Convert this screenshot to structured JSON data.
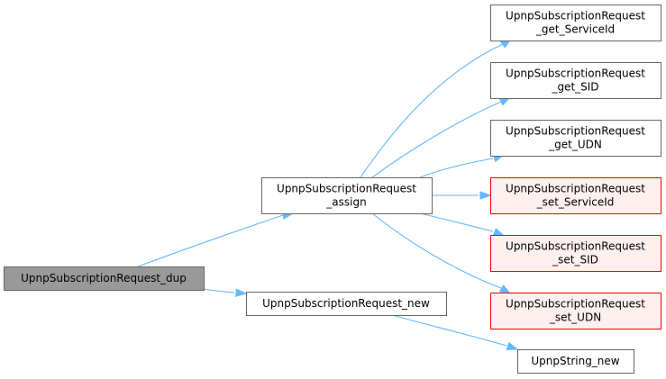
{
  "colors": {
    "edge": "#63b8ff",
    "root_fill": "#999999",
    "root_stroke": "#666666",
    "normal_fill": "#ffffff",
    "normal_stroke": "#666666",
    "highlight_fill": "#fff0f0",
    "highlight_stroke": "#ff0000"
  },
  "nodes": {
    "dup": {
      "lines": [
        "UpnpSubscriptionRequest_dup"
      ],
      "style": "root"
    },
    "assign": {
      "lines": [
        "UpnpSubscriptionRequest",
        "_assign"
      ],
      "style": "normal"
    },
    "new": {
      "lines": [
        "UpnpSubscriptionRequest_new"
      ],
      "style": "normal"
    },
    "get_serviceid": {
      "lines": [
        "UpnpSubscriptionRequest",
        "_get_ServiceId"
      ],
      "style": "normal"
    },
    "get_sid": {
      "lines": [
        "UpnpSubscriptionRequest",
        "_get_SID"
      ],
      "style": "normal"
    },
    "get_udn": {
      "lines": [
        "UpnpSubscriptionRequest",
        "_get_UDN"
      ],
      "style": "normal"
    },
    "set_serviceid": {
      "lines": [
        "UpnpSubscriptionRequest",
        "_set_ServiceId"
      ],
      "style": "highlight"
    },
    "set_sid": {
      "lines": [
        "UpnpSubscriptionRequest",
        "_set_SID"
      ],
      "style": "highlight"
    },
    "set_udn": {
      "lines": [
        "UpnpSubscriptionRequest",
        "_set_UDN"
      ],
      "style": "highlight"
    },
    "string_new": {
      "lines": [
        "UpnpString_new"
      ],
      "style": "normal"
    }
  },
  "edges": [
    {
      "from": "dup",
      "to": "assign"
    },
    {
      "from": "dup",
      "to": "new"
    },
    {
      "from": "assign",
      "to": "get_serviceid"
    },
    {
      "from": "assign",
      "to": "get_sid"
    },
    {
      "from": "assign",
      "to": "get_udn"
    },
    {
      "from": "assign",
      "to": "set_serviceid"
    },
    {
      "from": "assign",
      "to": "set_sid"
    },
    {
      "from": "assign",
      "to": "set_udn"
    },
    {
      "from": "new",
      "to": "string_new"
    }
  ]
}
